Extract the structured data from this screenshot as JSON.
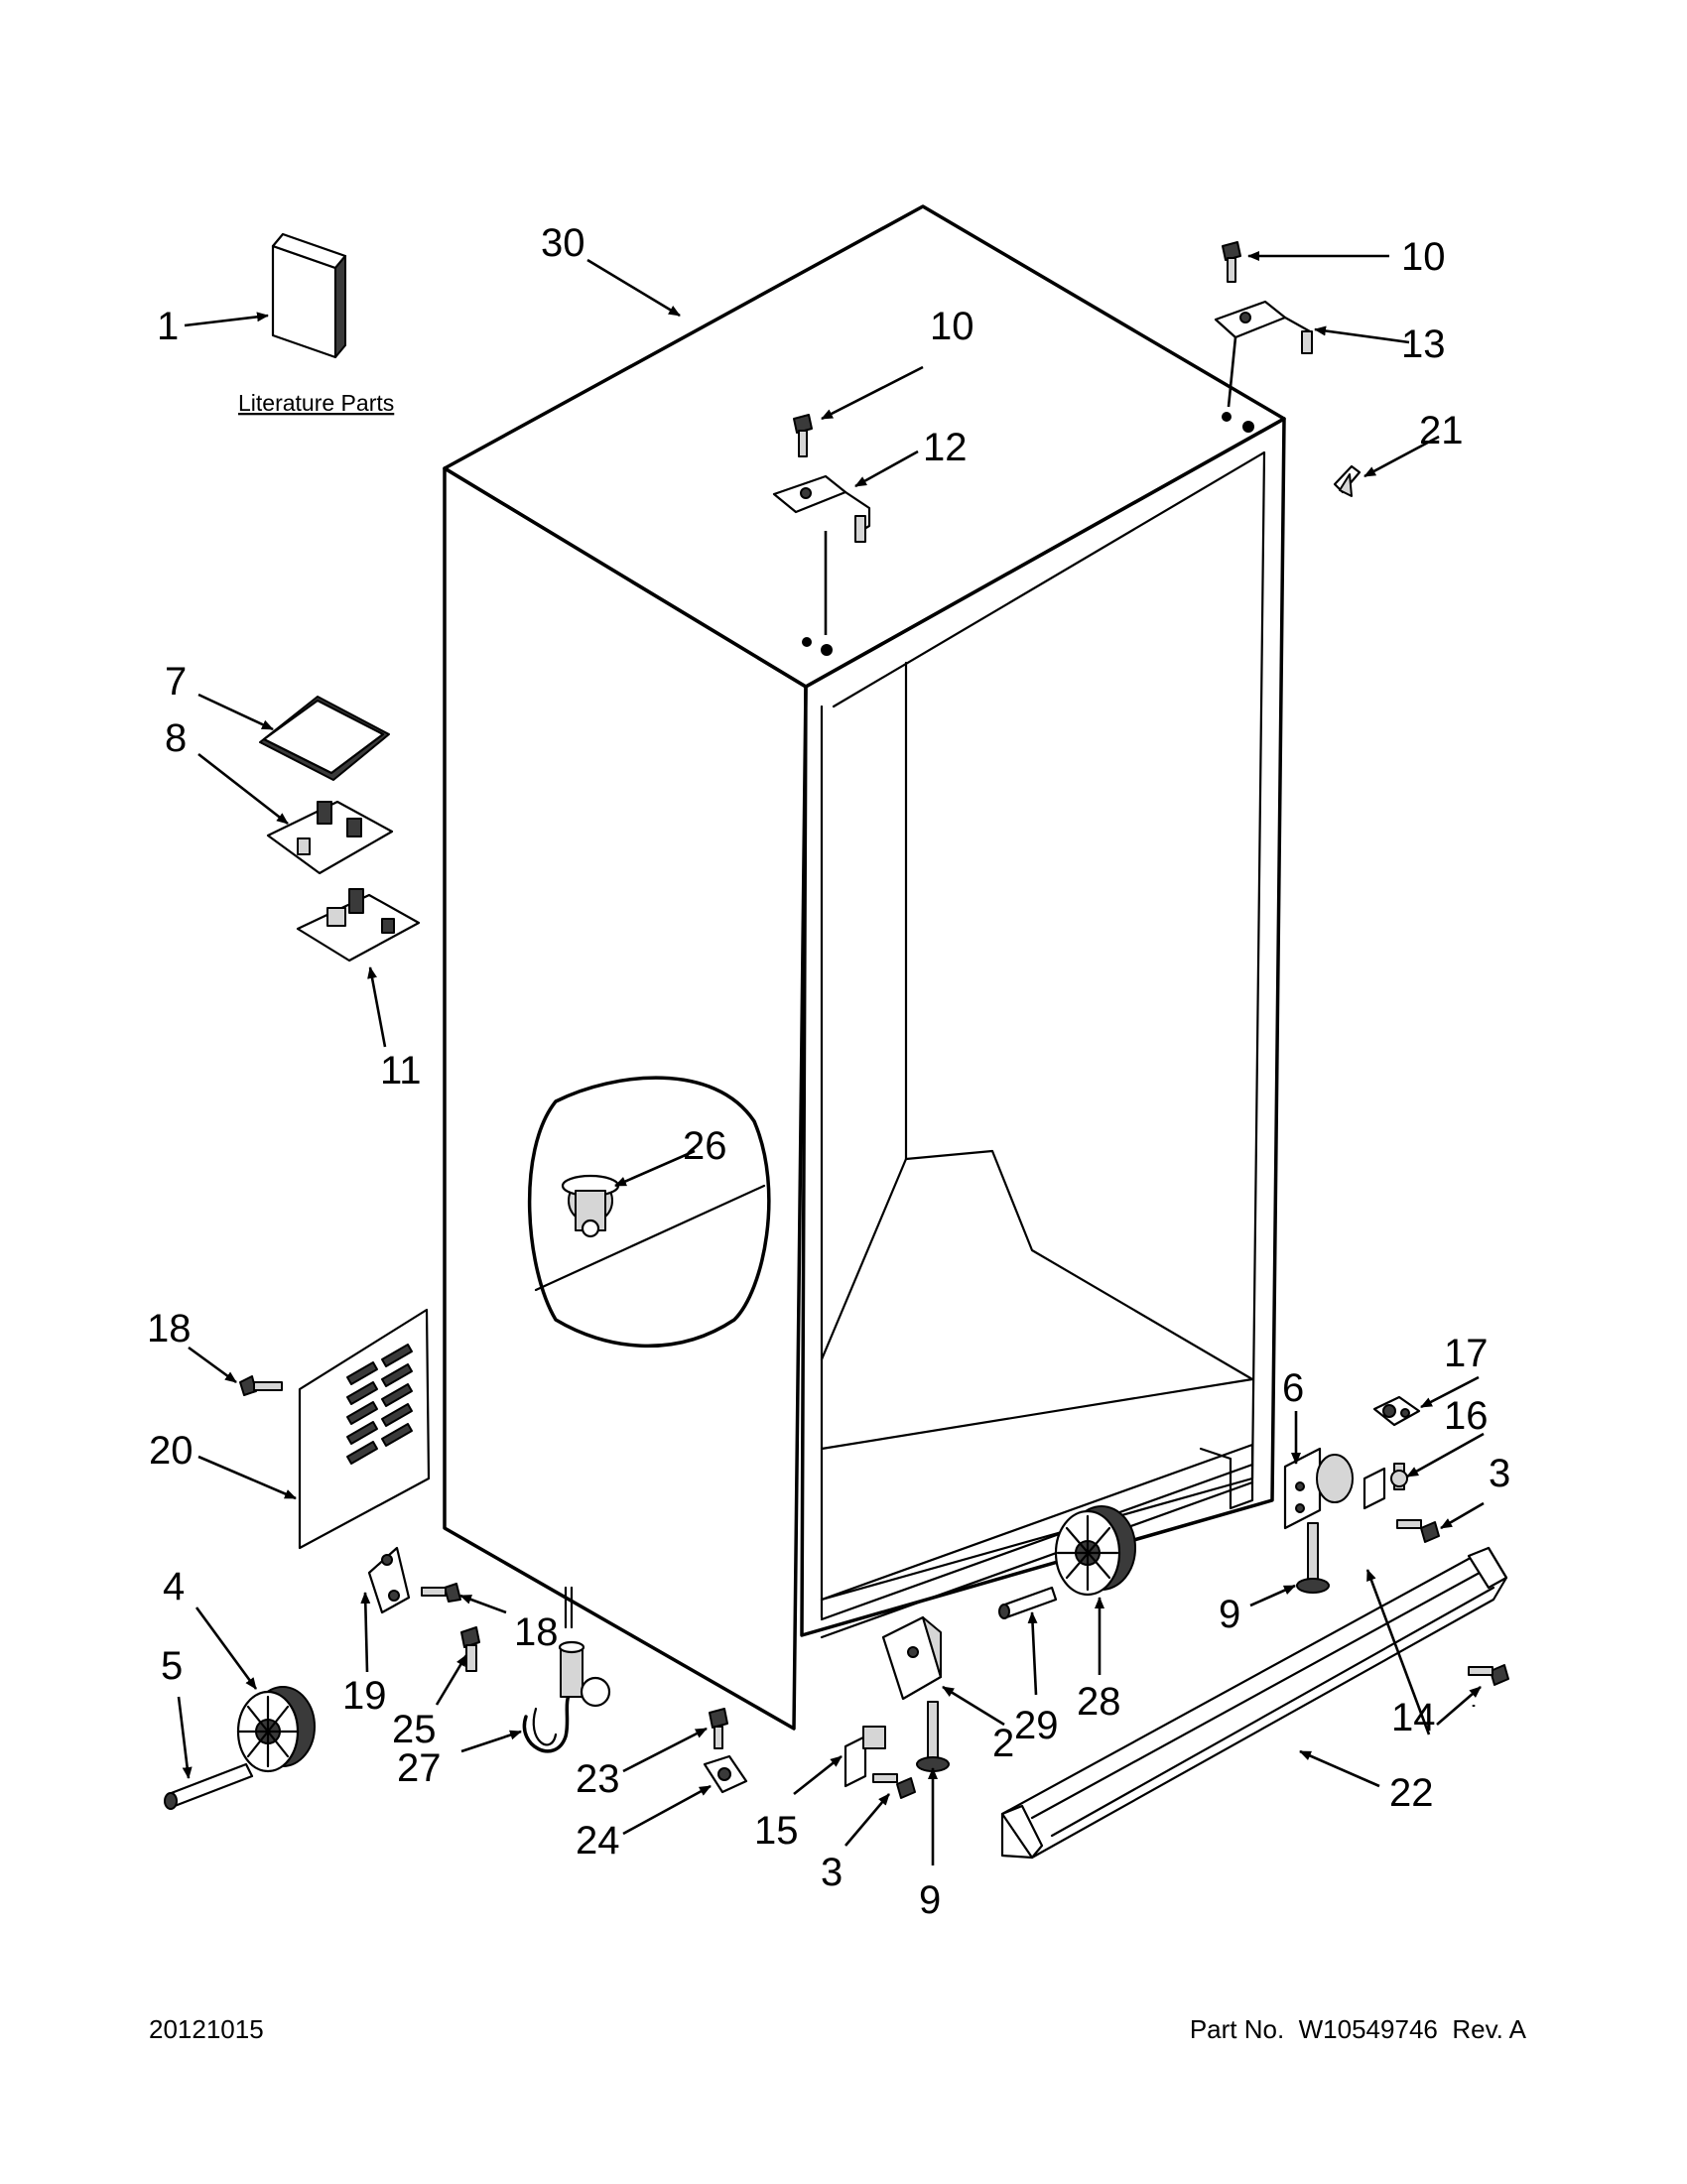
{
  "literature": {
    "label": "Literature Parts"
  },
  "callouts": [
    {
      "id": "c1",
      "text": "1"
    },
    {
      "id": "c2",
      "text": "2"
    },
    {
      "id": "c3a",
      "text": "3"
    },
    {
      "id": "c3b",
      "text": "3"
    },
    {
      "id": "c4",
      "text": "4"
    },
    {
      "id": "c5",
      "text": "5"
    },
    {
      "id": "c6",
      "text": "6"
    },
    {
      "id": "c7",
      "text": "7"
    },
    {
      "id": "c8",
      "text": "8"
    },
    {
      "id": "c9a",
      "text": "9"
    },
    {
      "id": "c9b",
      "text": "9"
    },
    {
      "id": "c10a",
      "text": "10"
    },
    {
      "id": "c10b",
      "text": "10"
    },
    {
      "id": "c11",
      "text": "11"
    },
    {
      "id": "c12",
      "text": "12"
    },
    {
      "id": "c13",
      "text": "13"
    },
    {
      "id": "c14",
      "text": "14"
    },
    {
      "id": "c15",
      "text": "15"
    },
    {
      "id": "c16",
      "text": "16"
    },
    {
      "id": "c17",
      "text": "17"
    },
    {
      "id": "c18a",
      "text": "18"
    },
    {
      "id": "c18b",
      "text": "18"
    },
    {
      "id": "c19",
      "text": "19"
    },
    {
      "id": "c20",
      "text": "20"
    },
    {
      "id": "c21",
      "text": "21"
    },
    {
      "id": "c22",
      "text": "22"
    },
    {
      "id": "c23",
      "text": "23"
    },
    {
      "id": "c24",
      "text": "24"
    },
    {
      "id": "c25",
      "text": "25"
    },
    {
      "id": "c26",
      "text": "26"
    },
    {
      "id": "c27",
      "text": "27"
    },
    {
      "id": "c28",
      "text": "28"
    },
    {
      "id": "c29",
      "text": "29"
    },
    {
      "id": "c30",
      "text": "30"
    }
  ],
  "footer": {
    "date_code": "20121015",
    "part_label": "Part No.",
    "part_number": "W10549746",
    "revision": "Rev. A"
  }
}
